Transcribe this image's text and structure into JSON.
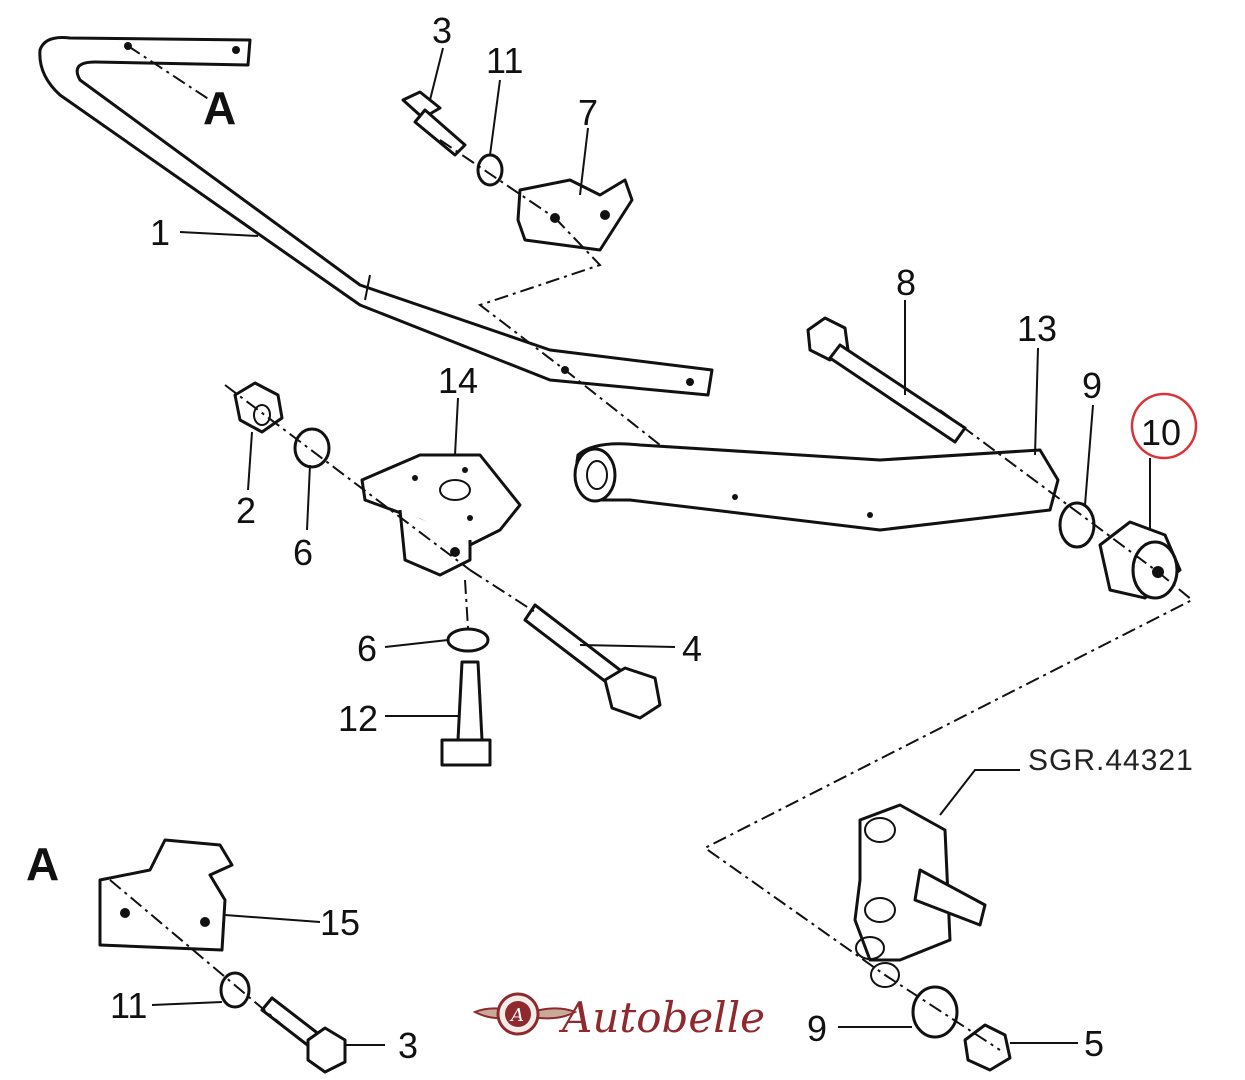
{
  "diagram": {
    "reference_code": "SGR.44321",
    "view_marker_top": "A",
    "view_marker_bottom": "A",
    "highlight_color": "#d9343a",
    "callouts": {
      "bolt_top": "3",
      "washer_top": "11",
      "bracket_7": "7",
      "stabilizer_bar": "1",
      "long_bolt": "8",
      "trailing_arm": "13",
      "washer_9_top": "9",
      "bushing_highlighted": "10",
      "mount_bracket": "14",
      "nut_2": "2",
      "washer_6_upper": "6",
      "washer_6_lower": "6",
      "bolt_4": "4",
      "screw_12": "12",
      "bracket_15": "15",
      "washer_11_bottom": "11",
      "bolt_3_bottom": "3",
      "washer_9_bottom": "9",
      "nut_5": "5"
    }
  },
  "watermark": {
    "brand": "Autobelle",
    "emblem_letter": "A",
    "brand_color": "#8e2a2e"
  }
}
